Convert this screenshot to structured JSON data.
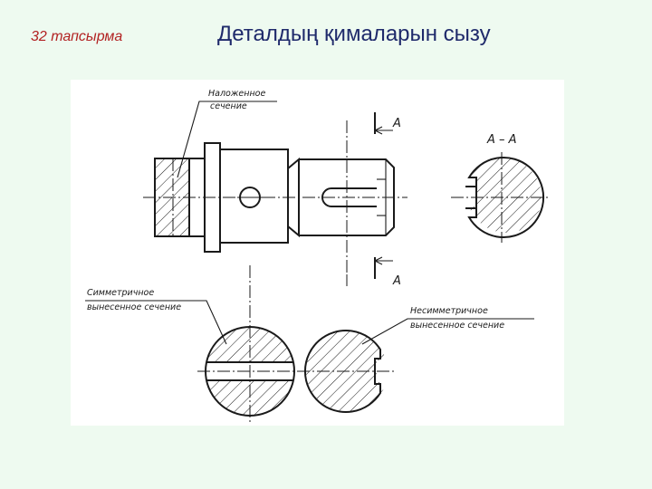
{
  "slide": {
    "task_label": "32 тапсырма",
    "title": "Деталдың қималарын сызу"
  },
  "drawing": {
    "labels": {
      "overlay_line1": "Наложенное",
      "overlay_line2": "сечение",
      "section_mark_top": "А",
      "section_mark_bottom": "А",
      "section_title": "А – А",
      "symmetric_line1": "Симметричное",
      "symmetric_line2": "вынесенное сечение",
      "asymmetric_line1": "Несимметричное",
      "asymmetric_line2": "вынесенное сечение"
    }
  }
}
